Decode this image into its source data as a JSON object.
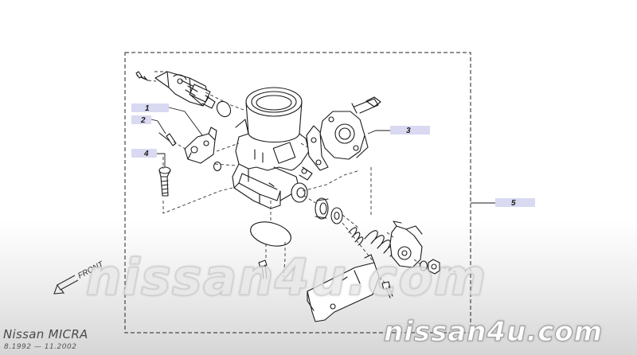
{
  "diagram": {
    "callouts": [
      {
        "label": "1"
      },
      {
        "label": "2"
      },
      {
        "label": "3"
      },
      {
        "label": "4"
      },
      {
        "label": "5"
      }
    ],
    "direction_label": "FRONT"
  },
  "watermark": {
    "center_text": "nissan4u.com",
    "corner_text": "nissan4u.com"
  },
  "vehicle": {
    "model": "Nissan MICRA",
    "production_range": "8.1992 — 11.2002"
  },
  "colors": {
    "line": "#1a1a1a",
    "callout_fill": "#d9d9f2",
    "watermark": "#ffffff"
  }
}
